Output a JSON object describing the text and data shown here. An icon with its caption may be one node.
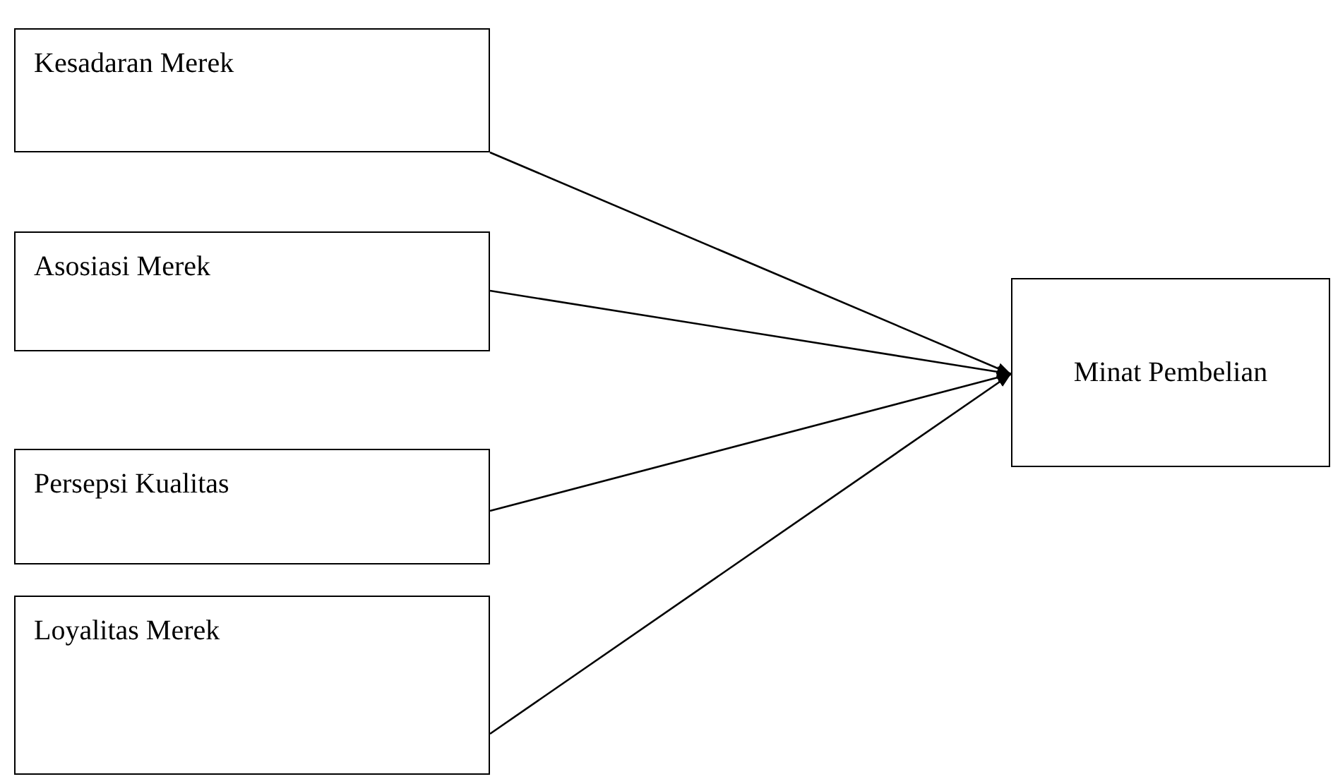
{
  "diagram": {
    "nodes": [
      {
        "text": [
          "Kesadaran Merek"
        ]
      },
      {
        "text": [
          "Asosiasi Merek"
        ]
      },
      {
        "text": [
          "Persepsi Kualitas"
        ]
      },
      {
        "text": [
          "Loyalitas Merek"
        ]
      },
      {
        "text": [
          "Minat Pembelian"
        ]
      }
    ],
    "edges": [
      {
        "from": 0,
        "to": 4,
        "arrow": "to"
      },
      {
        "from": 1,
        "to": 4,
        "arrow": "to"
      },
      {
        "from": 2,
        "to": 4,
        "arrow": "to"
      },
      {
        "from": 3,
        "to": 4,
        "arrow": "to"
      }
    ]
  }
}
